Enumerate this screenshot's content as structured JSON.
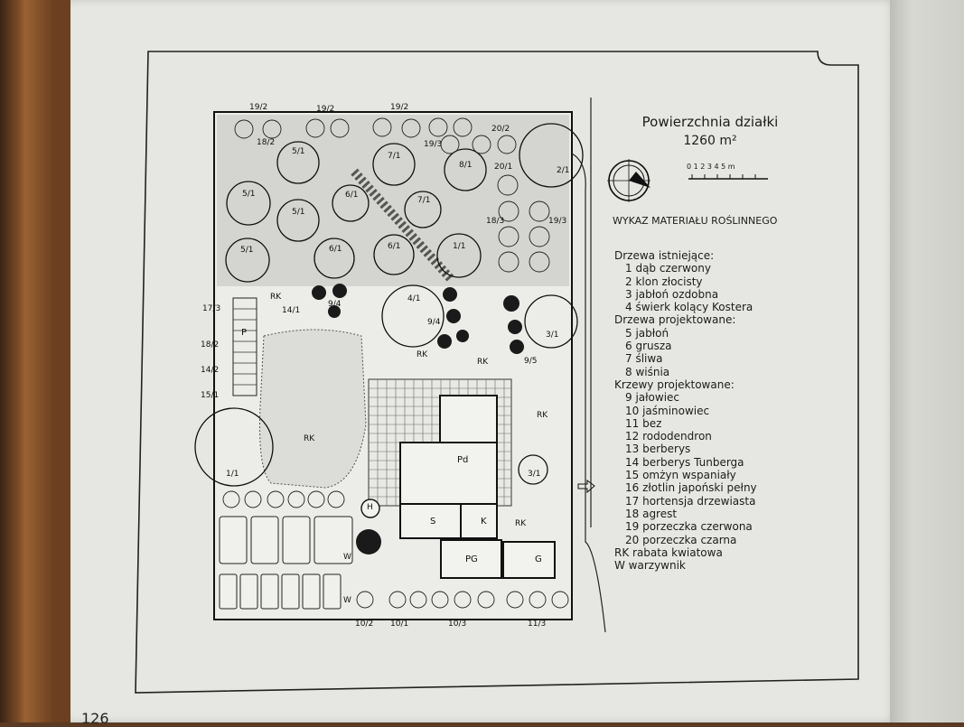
{
  "title": "Powierzchnia działki",
  "area": "1260 m²",
  "scale_label": "0 1 2 3 4 5 m",
  "list_title": "WYKAZ MATERIAŁU ROŚLINNEGO",
  "sections": [
    {
      "heading": "Drzewa istniejące:",
      "items": [
        "1 dąb czerwony",
        "2 klon złocisty",
        "3 jabłoń ozdobna",
        "4 świerk kolący Kostera"
      ]
    },
    {
      "heading": "Drzewa projektowane:",
      "items": [
        "5 jabłoń",
        "6 grusza",
        "7 śliwa",
        "8 wiśnia"
      ]
    },
    {
      "heading": "Krzewy projektowane:",
      "items": [
        "9 jałowiec",
        "10 jaśminowiec",
        "11 bez",
        "12 rododendron",
        "13 berberys",
        "14 berberys Tunberga",
        "15 omżyn wspaniały",
        "16 złotlin japoński pełny",
        "17 hortensja drzewiasta",
        "18 agrest",
        "19 porzeczka czerwona",
        "20 porzeczka czarna"
      ]
    }
  ],
  "abbrev": [
    "RK rabata kwiatowa",
    "W warzywnik"
  ],
  "page_number": "126",
  "plan": {
    "rooms": {
      "pd": "Pd",
      "s": "S",
      "k": "K",
      "pg": "PG",
      "g": "G",
      "p": "P",
      "h": "H"
    },
    "trees": [
      "5/1",
      "5/1",
      "5/1",
      "5/1",
      "6/1",
      "6/1",
      "6/1",
      "7/1",
      "7/1",
      "8/1",
      "1/1",
      "4/1",
      "3/1",
      "2/1",
      "1/1",
      "3/1"
    ],
    "shrub_labels": [
      "19/2",
      "19/2",
      "19/2",
      "18/2",
      "19/3",
      "20/2",
      "20/1",
      "18/3",
      "19/3",
      "17/3",
      "18/2",
      "14/2",
      "15/1",
      "14/1",
      "9/4",
      "9/4",
      "9/5",
      "10/2",
      "10/1",
      "10/3",
      "11/3"
    ],
    "rk": [
      "RK",
      "RK",
      "RK",
      "RK",
      "RK",
      "RK"
    ],
    "w": [
      "W",
      "W"
    ]
  }
}
